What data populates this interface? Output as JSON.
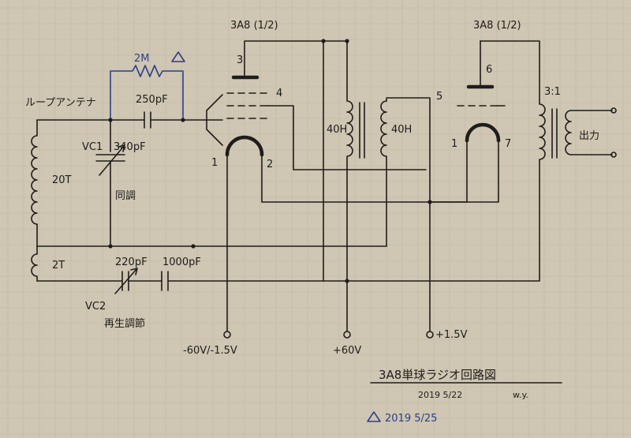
{
  "tubes": {
    "left_title": "3A8 (1/2)",
    "right_title": "3A8 (1/2)"
  },
  "pins": {
    "p3": "3",
    "p4": "4",
    "p1_left": "1",
    "p2": "2",
    "p5": "5",
    "p6": "6",
    "p1_right": "1",
    "p7": "7"
  },
  "components": {
    "loop_antenna": "ループアンテナ",
    "resistor": "2M",
    "grid_cap": "250pF",
    "vc1": "VC1",
    "vc1_value": "340pF",
    "tuning": "同調",
    "coil_20t": "20T",
    "coil_2t": "2T",
    "vc2_value": "220pF",
    "cap_1000": "1000pF",
    "vc2": "VC2",
    "regen": "再生調節",
    "choke_left": "40H",
    "choke_right": "40H",
    "transformer_ratio": "3:1",
    "output": "出力"
  },
  "supplies": {
    "bias": "-60V/-1.5V",
    "b_plus": "+60V",
    "filament": "+1.5V"
  },
  "notes": {
    "title": "3A8単球ラジオ回路図",
    "date": "2019 5/22",
    "author": "w.y.",
    "revision": "2019 5/25"
  },
  "colors": {
    "paper": "#cfc6b3",
    "ink": "#1f1d1a",
    "revision_ink": "#2d3f8a"
  }
}
